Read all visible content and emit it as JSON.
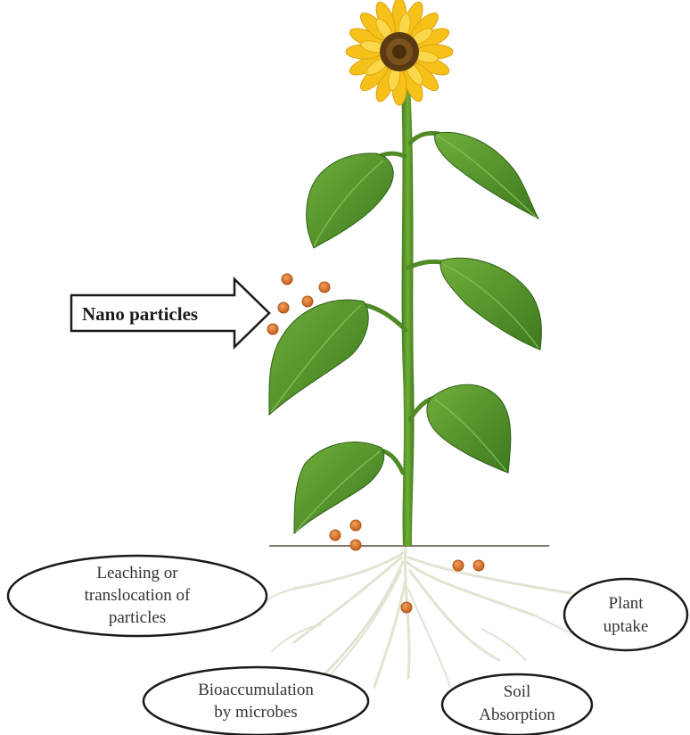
{
  "labels": {
    "nano_particles": "Nano particles",
    "leaching": [
      "Leaching or",
      "translocation of",
      "particles"
    ],
    "plant_uptake": [
      "Plant",
      "uptake"
    ],
    "bioaccumulation": [
      "Bioaccumulation",
      "by microbes"
    ],
    "soil_absorption": [
      "Soil",
      "Absorption"
    ]
  },
  "colors": {
    "particle": "#d9772f",
    "leaf": "#4e8f2a",
    "stem": "#4f8a26",
    "petal": "#f6c21a",
    "flower_center": "#5a3a12",
    "root": "#e4e4d6",
    "soil_line": "#8a7a72"
  },
  "icons": [
    "sunflower-plant-icon",
    "nano-particle-dot-icon",
    "arrow-right-icon"
  ]
}
